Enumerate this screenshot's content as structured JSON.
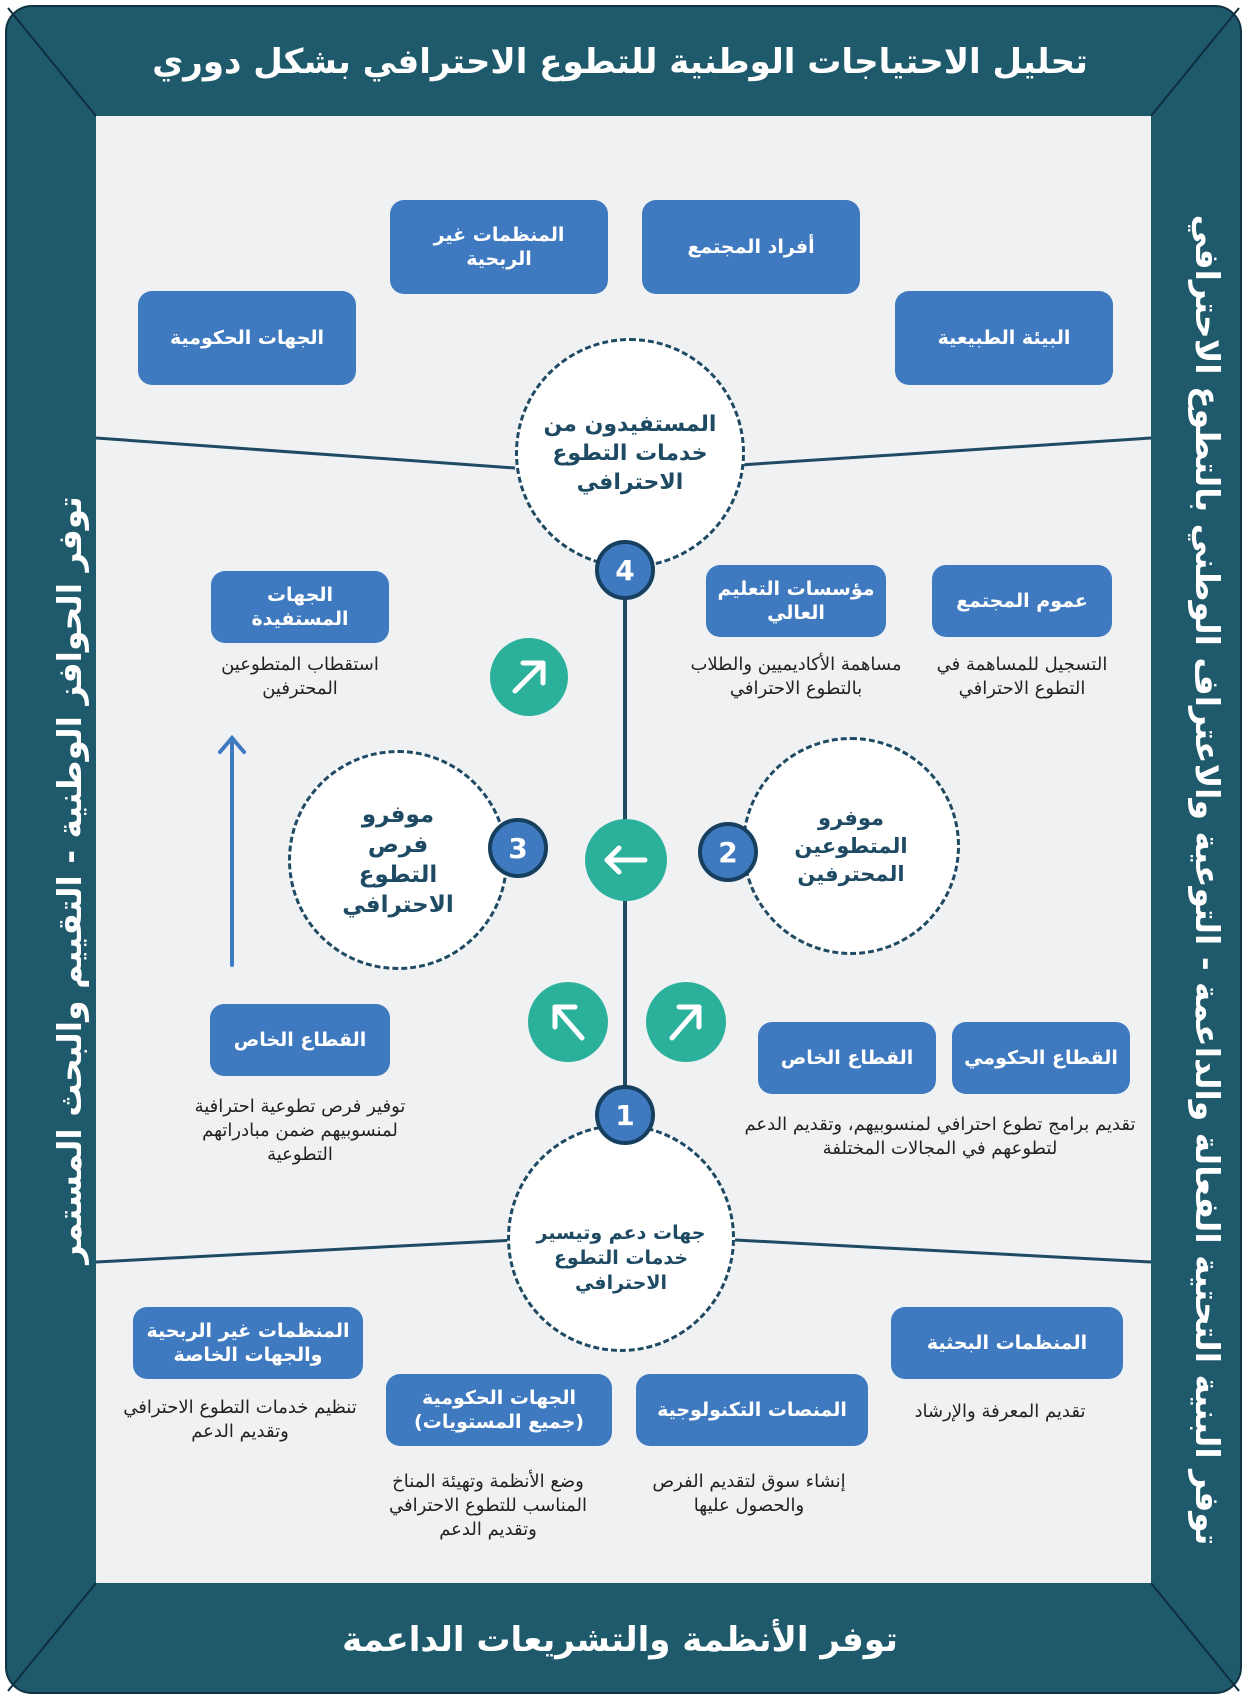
{
  "colors": {
    "frame": "#1e5a6b",
    "inner_background": "#f0f1f3",
    "box_blue": "#3f7ac0",
    "accent_green": "#2bb19b",
    "dark_navy": "#173f5f",
    "text_dark": "#222222"
  },
  "frame": {
    "top": "تحليل الاحتياجات الوطنية للتطوع الاحترافي بشكل دوري",
    "bottom": "توفر الأنظمة والتشريعات الداعمة",
    "left": "توفر الحوافز الوطنية - التقييم والبحث المستمر",
    "right": "توفر البنية التحتية الفعالة والداعمة - التوعية والاعتراف الوطني بالتطوع الاحترافي"
  },
  "beneficiaries": {
    "circle": "المستفيدون من خدمات التطوع الاحترافي",
    "badge": "4",
    "boxes": [
      "المنظمات غير الربحية",
      "أفراد المجتمع",
      "الجهات الحكومية",
      "البيئة الطبيعية"
    ]
  },
  "upper_section": {
    "beneficiary_entities": {
      "label": "الجهات المستفيدة",
      "desc": "استقطاب المتطوعين المحترفين"
    },
    "higher_education": {
      "label": "مؤسسات التعليم العالي",
      "desc": "مساهمة الأكاديميين والطلاب بالتطوع الاحترافي"
    },
    "general_public": {
      "label": "عموم المجتمع",
      "desc": "التسجيل للمساهمة في التطوع الاحترافي"
    }
  },
  "opportunity_providers": {
    "circle": "موفرو فرص التطوع الاحترافي",
    "badge": "3"
  },
  "volunteer_providers": {
    "circle": "موفرو المتطوعين المحترفين",
    "badge": "2"
  },
  "middle_section": {
    "private_sector_left": {
      "label": "القطاع الخاص",
      "desc": "توفير فرص تطوعية احترافية لمنسوبيهم ضمن مبادراتهم التطوعية"
    },
    "private_sector_right": {
      "label": "القطاع الخاص"
    },
    "government_sector": {
      "label": "القطاع الحكومي"
    },
    "sectors_desc": "تقديم برامج تطوع احترافي لمنسوبيهم، وتقديم الدعم  لتطوعهم في المجالات المختلفة"
  },
  "support_entities": {
    "circle": "جهات دعم وتيسير خدمات التطوع الاحترافي",
    "badge": "1",
    "nonprofits_private": {
      "label": "المنظمات غير الربحية والجهات الخاصة",
      "desc": "تنظيم خدمات التطوع الاحترافي وتقديم الدعم"
    },
    "government_all_levels": {
      "label": "الجهات الحكومية (جميع المستويات)",
      "desc": "وضع الأنظمة وتهيئة المناخ المناسب للتطوع الاحترافي وتقديم الدعم"
    },
    "tech_platforms": {
      "label": "المنصات التكنولوجية",
      "desc": "إنشاء سوق لتقديم الفرص والحصول عليها"
    },
    "research_orgs": {
      "label": "المنظمات البحثية",
      "desc": "تقديم المعرفة والإرشاد"
    }
  },
  "icons": [
    "arrow-up-right-icon",
    "arrow-left-icon",
    "arrow-up-left-icon",
    "arrow-up-icon"
  ]
}
